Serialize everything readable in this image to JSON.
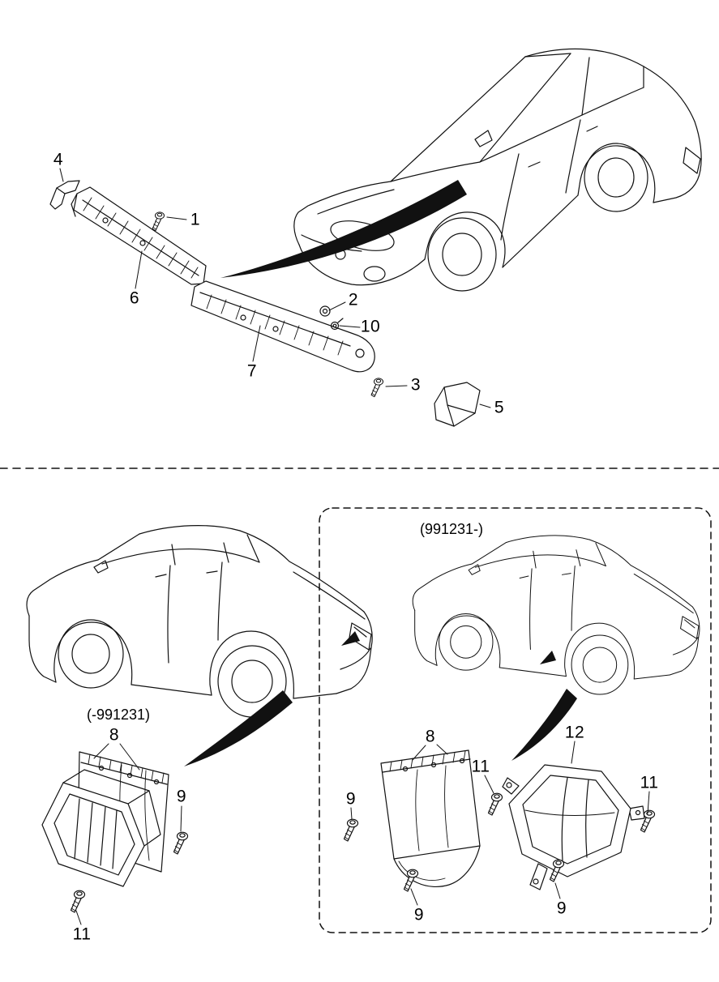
{
  "diagram": {
    "background_color": "#ffffff",
    "line_color": "#111111",
    "arrow_color": "#111111"
  },
  "top_section": {
    "callouts": [
      {
        "label": "4"
      },
      {
        "label": "1"
      },
      {
        "label": "6"
      },
      {
        "label": "2"
      },
      {
        "label": "10"
      },
      {
        "label": "7"
      },
      {
        "label": "3"
      },
      {
        "label": "5"
      }
    ]
  },
  "bottom_left_section": {
    "variant_label": "(-991231)",
    "callouts": [
      {
        "label": "8"
      },
      {
        "label": "9"
      },
      {
        "label": "11"
      }
    ]
  },
  "bottom_right_section": {
    "variant_label": "(991231-)",
    "callouts": [
      {
        "label": "8"
      },
      {
        "label": "11"
      },
      {
        "label": "9"
      },
      {
        "label": "9"
      },
      {
        "label": "12"
      },
      {
        "label": "11"
      },
      {
        "label": "9"
      }
    ]
  }
}
